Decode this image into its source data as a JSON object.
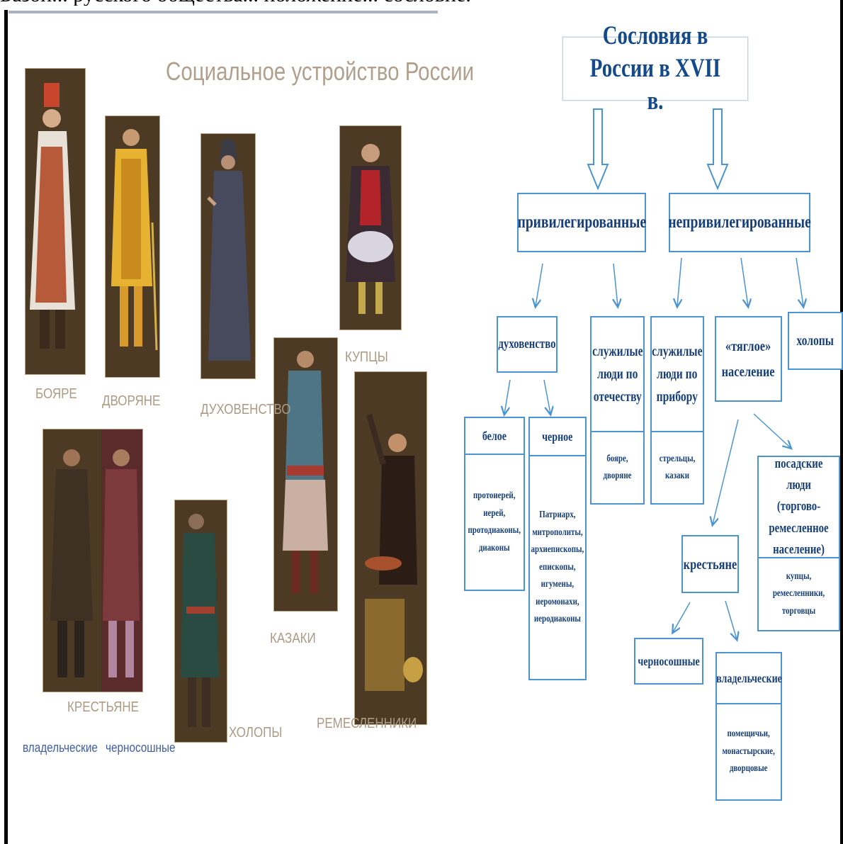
{
  "header_text": "Базой... русского общества... положение... сословие.",
  "left_panel": {
    "title": "Социальное устройство России",
    "labels": {
      "boyare": "БОЯРЕ",
      "dvoryane": "ДВОРЯНЕ",
      "duhovenstvo": "ДУХОВЕНСТВО",
      "kuptsy": "КУПЦЫ",
      "kazaki": "КАЗАКИ",
      "krestyane": "КРЕСТЬЯНЕ",
      "holopy": "ХОЛОПЫ",
      "remeslenniki": "РЕМЕСЛЕННИКИ",
      "vladelcheskie": "владельческие",
      "chernososhnye": "черносошные"
    }
  },
  "diagram": {
    "title": "Сословия в России в XVII в.",
    "privileged": "привилегированные",
    "unprivileged": "непривилегированные",
    "clergy": "духовенство",
    "service_fatherland": "служилые люди по отечеству",
    "service_fatherland_body": "бояре, дворяне",
    "service_contract": "служилые люди по прибору",
    "service_contract_body": "стрельцы, казаки",
    "tax_population": "«тяглое» население",
    "serfs": "холопы",
    "white": "белое",
    "white_body": "протоиерей, иерей, протодиаконы, диаконы",
    "black": "черное",
    "black_body": "Патриарх, митрополиты, архиепископы, епископы, игумены, иеромонахи, иеродиаконы",
    "posad": "посадские люди (торгово-ремесленное население)",
    "posad_body": "купцы, ремесленники, торговцы",
    "peasants": "крестьяне",
    "chernososhnye": "черносошные",
    "vladelcheskie": "владельческие",
    "vladelcheskie_body": "помещичьи, монастырские, дворцовые"
  },
  "colors": {
    "box_border": "#4c94d1",
    "box_text": "#163f7a",
    "arrow": "#4c94d1",
    "figure_bg": "#4d3a24",
    "figure_label": "#ab9a84",
    "sub_label": "#3c5ea9"
  }
}
